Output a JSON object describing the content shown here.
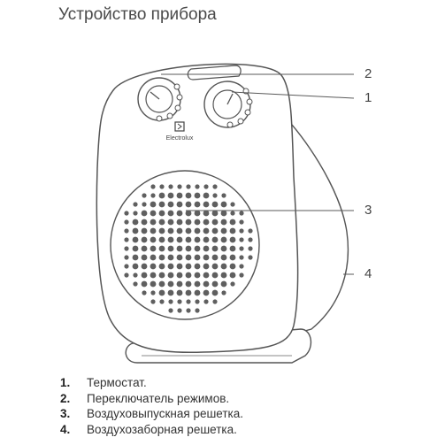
{
  "title": "Устройство прибора",
  "brand": "Electrolux",
  "callouts": [
    {
      "number": "2",
      "label": "Переключатель режимов."
    },
    {
      "number": "1",
      "label": "Термостат."
    },
    {
      "number": "3",
      "label": "Воздуховыпускная решетка."
    },
    {
      "number": "4",
      "label": "Воздухозаборная решетка."
    }
  ],
  "legend": [
    {
      "number": "1.",
      "text": "Термостат."
    },
    {
      "number": "2.",
      "text": "Переключатель режимов."
    },
    {
      "number": "3.",
      "text": "Воздуховыпускная решетка."
    },
    {
      "number": "4.",
      "text": "Воздухозаборная решетка."
    }
  ],
  "colors": {
    "line": "#5a5a5a",
    "grille": "#5f5f5f",
    "text": "#333333"
  }
}
